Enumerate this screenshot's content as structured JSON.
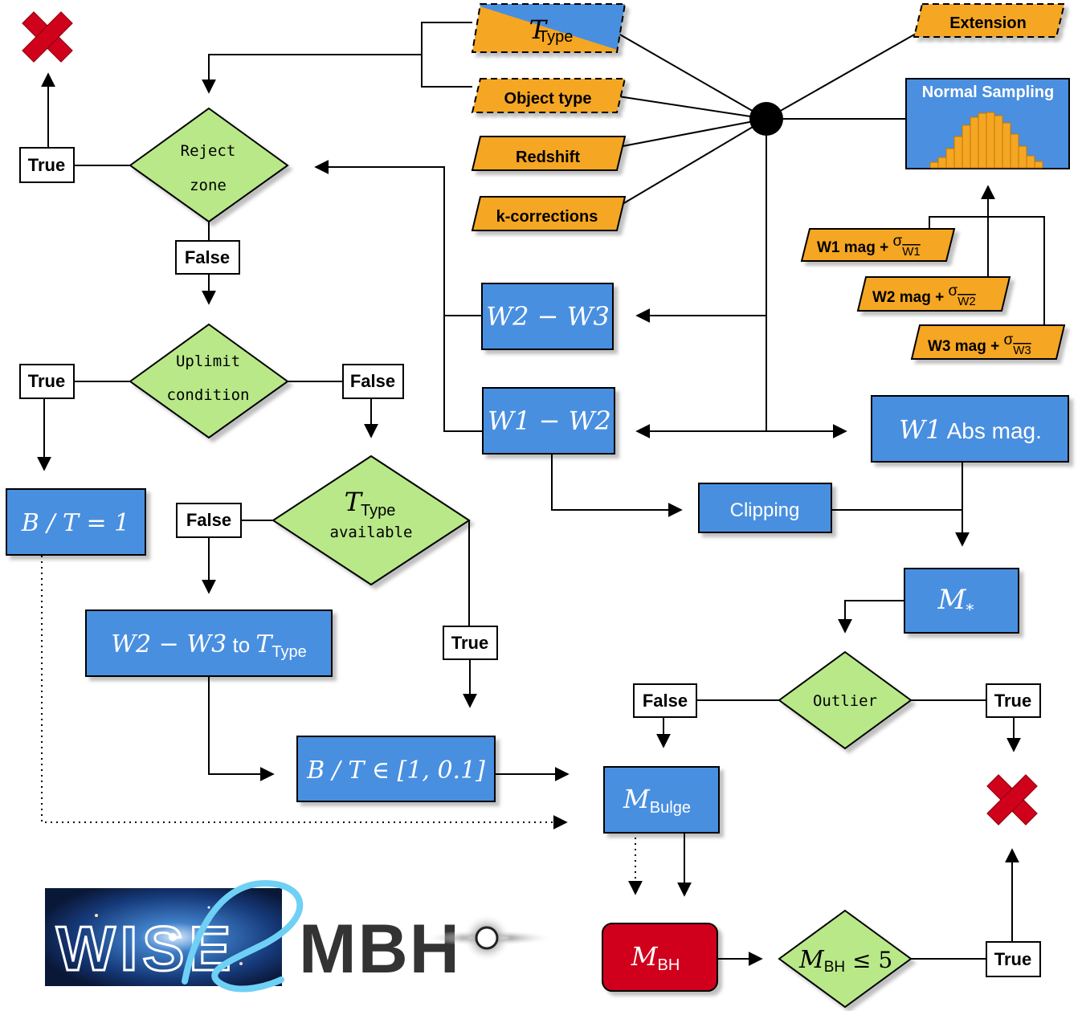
{
  "inputs": {
    "ttype": {
      "main": "T",
      "sub": "Type"
    },
    "object_type": "Object type",
    "redshift": "Redshift",
    "kcorrections": "k-corrections",
    "extension": "Extension",
    "normal_sampling": "Normal Sampling"
  },
  "mags": [
    {
      "label": "W1 mag + ",
      "sigma": "σ",
      "sub": "W1"
    },
    {
      "label": "W2 mag + ",
      "sigma": "σ",
      "sub": "W2"
    },
    {
      "label": "W3 mag + ",
      "sigma": "σ",
      "sub": "W3"
    }
  ],
  "decisions": {
    "reject_zone": [
      "Reject",
      "zone"
    ],
    "uplimit": [
      "Uplimit",
      "condition"
    ],
    "ttype_available": {
      "main": "T",
      "sub": "Type",
      "line2": "available"
    },
    "outlier": "Outlier",
    "mbh_cond": {
      "main": "M",
      "sub": "BH",
      "rest": " ≤ 5"
    }
  },
  "processes": {
    "w2w3": "W2 − W3",
    "w1w2": "W1 − W2",
    "w1abs": {
      "main": "W1",
      "rest": " Abs mag."
    },
    "clipping": "Clipping",
    "mstar": {
      "main": "M",
      "sub": "*"
    },
    "bt1": "B / T = 1",
    "w2w3_to_ttype": {
      "main": "W2 − W3",
      "mid": " to ",
      "t": "T",
      "sub": "Type"
    },
    "bt_range": "B / T ∈ [1, 0.1]",
    "mbulge": {
      "main": "M",
      "sub": "Bulge"
    },
    "mbh": {
      "main": "M",
      "sub": "BH"
    }
  },
  "labels": {
    "true": "True",
    "false": "False"
  },
  "logo": {
    "left": "WISE",
    "right": "MBH"
  },
  "colors": {
    "orange": "#f5a623",
    "blue": "#4a8fe0",
    "green": "#b9e888",
    "red": "#d0021b",
    "reject_red": "#d0021b"
  }
}
